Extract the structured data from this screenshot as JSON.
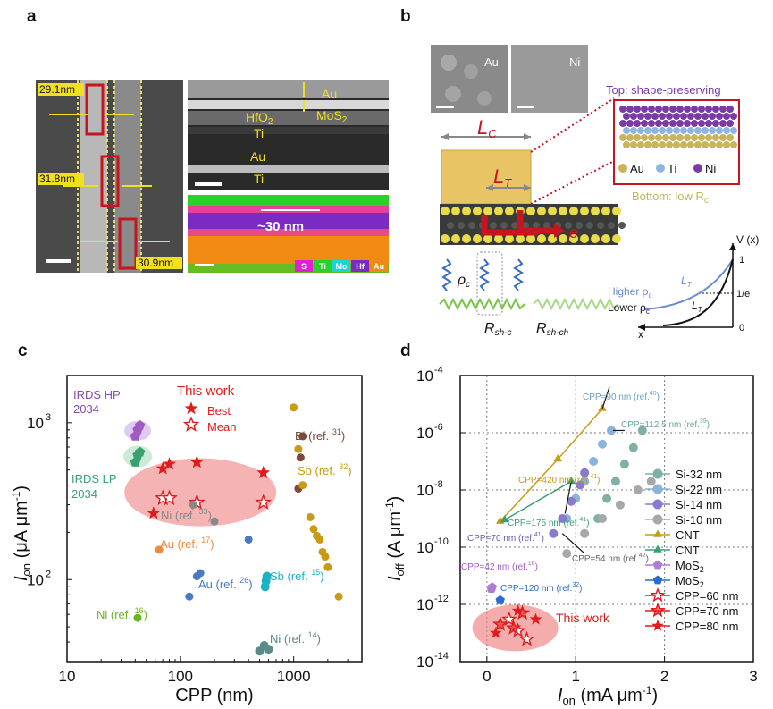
{
  "panels": {
    "a": {
      "letter": "a",
      "measurements": [
        "29.1nm",
        "31.8nm",
        "30.9nm"
      ],
      "stack_labels": [
        "Au",
        "HfO2",
        "MoS2",
        "Ti",
        "Au",
        "Ti"
      ],
      "eds_label": "~30 nm",
      "eds_legend": [
        "S",
        "Ti",
        "Mo",
        "Hf",
        "Au"
      ],
      "eds_colors": [
        "#e21fd6",
        "#2bd12b",
        "#19d6d6",
        "#7a2bc4",
        "#f08a12"
      ]
    },
    "b": {
      "letter": "b",
      "sem_labels": [
        "Au",
        "Ni"
      ],
      "lc_label": "L",
      "lc_sub": "C",
      "lt_label": "L",
      "lt_sub": "T",
      "electron_label": "e",
      "top_caption": "Top: shape-preserving",
      "bottom_caption": "Bottom: low R",
      "bottom_caption_sub": "c",
      "atoms_legend": [
        "Au",
        "Ti",
        "Ni"
      ],
      "atom_colors": [
        "#c9b45a",
        "#8fb4e0",
        "#7a3aa8"
      ],
      "circuit_labels": [
        "ρ",
        "c",
        "R",
        "sh-c",
        "R",
        "sh-ch"
      ],
      "potential": {
        "vlabel": "V (x)",
        "one": "1",
        "one_over_e": "1/e",
        "zero": "0",
        "xlabel": "x",
        "higher": "Higher ρ",
        "lower": "Lower ρ",
        "lt": "L"
      }
    },
    "c": {
      "letter": "c",
      "legend_title": "This work",
      "legend_best": "Best",
      "legend_mean": "Mean",
      "irds_hp": [
        "IRDS HP",
        "2034"
      ],
      "irds_lp": [
        "IRDS LP",
        "2034"
      ],
      "point_labels": [
        {
          "name": "Bi (ref. ",
          "ref": "31",
          "color": "#7b4a3a"
        },
        {
          "name": "Sb (ref. ",
          "ref": "32",
          "color": "#c99a14"
        },
        {
          "name": "Ni (ref. ",
          "ref": "33",
          "color": "#888888"
        },
        {
          "name": "Au (ref. ",
          "ref": "17",
          "color": "#f08a3a"
        },
        {
          "name": "Au (ref. ",
          "ref": "26",
          "color": "#4a78c4"
        },
        {
          "name": "Sb (ref. ",
          "ref": "15",
          "color": "#1bb3c4"
        },
        {
          "name": "Ni (ref. ",
          "ref": "16",
          "color": "#6ab32a"
        },
        {
          "name": "Ni (ref. ",
          "ref": "14",
          "color": "#5a8a8a"
        }
      ],
      "xlabel": "CPP (nm)",
      "ylabel_main": "I",
      "ylabel_sub": "on",
      "ylabel_unit": " (μA μm",
      "ylabel_sup": "-1",
      "xticks": [
        "10",
        "100",
        "1000"
      ],
      "yticks": [
        "10",
        "10"
      ],
      "ytick_sups": [
        "3",
        "2"
      ]
    },
    "d": {
      "letter": "d",
      "this_work": "This work",
      "xlabel_main": "I",
      "xlabel_sub": "on",
      "xlabel_unit": " (mA μm",
      "xlabel_sup": "-1",
      "ylabel_main": "I",
      "ylabel_sub": "off",
      "ylabel_unit": " (A μm",
      "ylabel_sup": "-1",
      "xticks": [
        "0",
        "1",
        "2",
        "3"
      ],
      "yticks": [
        "10",
        "10",
        "10",
        "10",
        "10",
        "10"
      ],
      "ytick_sups": [
        "-4",
        "-6",
        "-8",
        "-10",
        "-12",
        "-14"
      ],
      "cpp_labels": [
        {
          "text": "CPP=90 nm (ref.",
          "ref": "40",
          "color": "#6aa0cc"
        },
        {
          "text": "CPP=112.5 nm (ref.",
          "ref": "39",
          "color": "#6aa59a"
        },
        {
          "text": "CPP=420 nm (ref.",
          "ref": "41",
          "color": "#c99a14"
        },
        {
          "text": "CPP=175 nm (ref.",
          "ref": "41",
          "color": "#3aa070"
        },
        {
          "text": "CPP=70 nm (ref.",
          "ref": "41",
          "color": "#6a5ab0"
        },
        {
          "text": "CPP=54 nm (ref.",
          "ref": "42",
          "color": "#666666"
        },
        {
          "text": "CPP=42 nm (ref.",
          "ref": "16",
          "color": "#a05ac4"
        },
        {
          "text": "CPP=120 nm (ref.",
          "ref": "32",
          "color": "#2a6ac4"
        }
      ],
      "legend": [
        {
          "label": "Si-32 nm",
          "marker": "circle",
          "color": "#7fb0a8"
        },
        {
          "label": "Si-22 nm",
          "marker": "circle",
          "color": "#8ab4dc"
        },
        {
          "label": "Si-14 nm",
          "marker": "circle",
          "color": "#8a7acc"
        },
        {
          "label": "Si-10 nm",
          "marker": "circle",
          "color": "#a8a8a8"
        },
        {
          "label": "CNT",
          "marker": "triangle",
          "color": "#c99a14"
        },
        {
          "label": "CNT",
          "marker": "triangle",
          "color": "#3aa070"
        },
        {
          "label": "MoS",
          "sub": "2",
          "marker": "pentagon",
          "color": "#b07ad6"
        },
        {
          "label": "MoS",
          "sub": "2",
          "marker": "pentagon",
          "color": "#2a6ad4"
        },
        {
          "label": "CPP=60 nm",
          "marker": "star-open",
          "color": "#e01b1b"
        },
        {
          "label": "CPP=70 nm",
          "marker": "star-half",
          "color": "#e01b1b"
        },
        {
          "label": "CPP=80 nm",
          "marker": "star",
          "color": "#e01b1b"
        }
      ]
    }
  },
  "chart_data": [
    {
      "type": "scatter",
      "title": "",
      "xlabel": "CPP (nm)",
      "ylabel": "Ion (μA μm-1)",
      "xscale": "log",
      "yscale": "log",
      "xlim": [
        10,
        4000
      ],
      "ylim": [
        30,
        2000
      ],
      "series": [
        {
          "name": "Best",
          "x": [
            58,
            70,
            80,
            140,
            540
          ],
          "y": [
            265,
            510,
            545,
            560,
            480
          ]
        },
        {
          "name": "Mean",
          "x": [
            70,
            80,
            140,
            540
          ],
          "y": [
            330,
            330,
            310,
            310
          ]
        },
        {
          "name": "Bi (ref. 31)",
          "x": [
            1100,
            1150,
            1200
          ],
          "y": [
            380,
            600,
            820
          ]
        },
        {
          "name": "Sb (ref. 32)",
          "x": [
            1000,
            1100,
            1200,
            1400,
            1500,
            1600,
            1700,
            1800,
            1900,
            2000,
            2500
          ],
          "y": [
            1250,
            680,
            400,
            250,
            210,
            190,
            180,
            150,
            140,
            120,
            78
          ]
        },
        {
          "name": "Ni (ref. 33)",
          "x": [
            130,
            200
          ],
          "y": [
            300,
            235
          ]
        },
        {
          "name": "Au (ref. 17)",
          "x": [
            65
          ],
          "y": [
            155
          ]
        },
        {
          "name": "Au (ref. 26)",
          "x": [
            120,
            140,
            150,
            400
          ],
          "y": [
            78,
            105,
            110,
            180
          ]
        },
        {
          "name": "Sb (ref. 15)",
          "x": [
            560,
            570,
            580
          ],
          "y": [
            90,
            98,
            105
          ]
        },
        {
          "name": "Ni (ref. 16)",
          "x": [
            42
          ],
          "y": [
            57
          ]
        },
        {
          "name": "Ni (ref. 14)",
          "x": [
            500,
            550,
            600
          ],
          "y": [
            35,
            38,
            36
          ]
        },
        {
          "name": "IRDS HP 2034",
          "x": [
            40,
            42,
            44
          ],
          "y": [
            820,
            900,
            960
          ]
        },
        {
          "name": "IRDS LP 2034",
          "x": [
            40,
            42,
            44
          ],
          "y": [
            560,
            620,
            650
          ]
        }
      ]
    },
    {
      "type": "scatter",
      "title": "",
      "xlabel": "Ion (mA μm-1)",
      "ylabel": "Ioff (A μm-1)",
      "yscale": "log",
      "xlim": [
        -0.3,
        3
      ],
      "ylim": [
        1e-14,
        0.0001
      ],
      "series": [
        {
          "name": "Si-32 nm",
          "x": [
            1.25,
            1.35,
            1.45,
            1.55,
            1.65,
            1.75
          ],
          "y": [
            1e-09,
            5e-09,
            2e-08,
            8e-08,
            3e-07,
            1.2e-06
          ]
        },
        {
          "name": "Si-22 nm",
          "x": [
            0.9,
            1.0,
            1.1,
            1.2,
            1.3,
            1.4
          ],
          "y": [
            1e-09,
            5e-09,
            2e-08,
            1e-07,
            4e-07,
            1.2e-06
          ]
        },
        {
          "name": "Si-14 nm",
          "x": [
            0.75,
            0.85,
            0.95,
            1.05,
            1.1
          ],
          "y": [
            3e-10,
            1e-09,
            4e-09,
            1.5e-08,
            4e-08
          ]
        },
        {
          "name": "Si-10 nm",
          "x": [
            0.9,
            1.1,
            1.3,
            1.5,
            1.7,
            1.85
          ],
          "y": [
            6e-11,
            3e-10,
            1e-09,
            3e-09,
            1e-08,
            2e-08
          ]
        },
        {
          "name": "CNT (orange)",
          "x": [
            0.15,
            0.8,
            1.3
          ],
          "y": [
            8e-10,
            1.2e-07,
            7e-06
          ]
        },
        {
          "name": "CNT (green)",
          "x": [
            0.2,
            0.95
          ],
          "y": [
            9e-10,
            2e-08
          ]
        },
        {
          "name": "MoS2 (ref. 16)",
          "x": [
            0.05,
            0.06
          ],
          "y": [
            3.5e-12,
            4e-12
          ]
        },
        {
          "name": "MoS2 (ref. 32)",
          "x": [
            0.15
          ],
          "y": [
            1.4e-12
          ]
        },
        {
          "name": "CPP=60 nm",
          "x": [
            0.25,
            0.35,
            0.45
          ],
          "y": [
            3e-13,
            1.2e-13,
            6e-14
          ]
        },
        {
          "name": "CPP=70 nm",
          "x": [
            0.15,
            0.3,
            0.4
          ],
          "y": [
            2e-13,
            1.5e-13,
            5e-13
          ]
        },
        {
          "name": "CPP=80 nm",
          "x": [
            0.1,
            0.35,
            0.55
          ],
          "y": [
            1e-13,
            6e-13,
            3e-13
          ]
        }
      ]
    }
  ]
}
